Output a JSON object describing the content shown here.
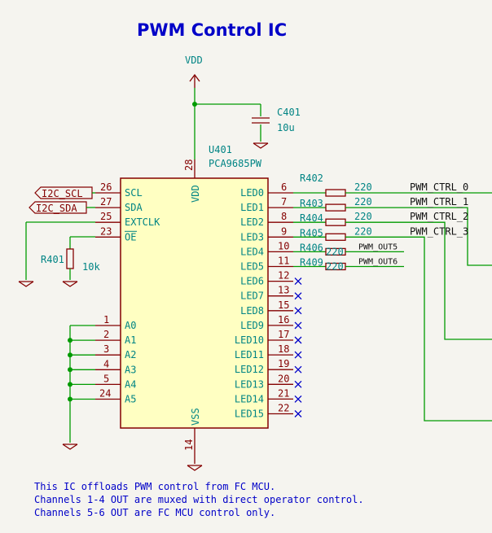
{
  "title": "PWM Control IC",
  "power": {
    "vdd": "VDD"
  },
  "cap": {
    "ref": "C401",
    "value": "10u"
  },
  "ic": {
    "ref": "U401",
    "part": "PCA9685PW",
    "vdd_label": "VDD",
    "vss_label": "VSS",
    "vdd_pin": "28",
    "vss_pin": "14"
  },
  "left_pins": [
    {
      "num": "26",
      "name": "SCL"
    },
    {
      "num": "27",
      "name": "SDA"
    },
    {
      "num": "25",
      "name": "EXTCLK"
    },
    {
      "num": "23",
      "name": "OE"
    }
  ],
  "addr_pins": [
    {
      "num": "1",
      "name": "A0"
    },
    {
      "num": "2",
      "name": "A1"
    },
    {
      "num": "3",
      "name": "A2"
    },
    {
      "num": "4",
      "name": "A3"
    },
    {
      "num": "5",
      "name": "A4"
    },
    {
      "num": "24",
      "name": "A5"
    }
  ],
  "right_pins": [
    {
      "num": "6",
      "name": "LED0"
    },
    {
      "num": "7",
      "name": "LED1"
    },
    {
      "num": "8",
      "name": "LED2"
    },
    {
      "num": "9",
      "name": "LED3"
    },
    {
      "num": "10",
      "name": "LED4"
    },
    {
      "num": "11",
      "name": "LED5"
    },
    {
      "num": "12",
      "name": "LED6"
    },
    {
      "num": "13",
      "name": "LED7"
    },
    {
      "num": "15",
      "name": "LED8"
    },
    {
      "num": "16",
      "name": "LED9"
    },
    {
      "num": "17",
      "name": "LED10"
    },
    {
      "num": "18",
      "name": "LED11"
    },
    {
      "num": "19",
      "name": "LED12"
    },
    {
      "num": "20",
      "name": "LED13"
    },
    {
      "num": "21",
      "name": "LED14"
    },
    {
      "num": "22",
      "name": "LED15"
    }
  ],
  "global_labels": [
    {
      "name": "I2C_SCL"
    },
    {
      "name": "I2C_SDA"
    }
  ],
  "pull_resistor": {
    "ref": "R401",
    "value": "10k"
  },
  "series_resistors": [
    {
      "ref": "R402",
      "value": "220"
    },
    {
      "ref": "R403",
      "value": "220"
    },
    {
      "ref": "R404",
      "value": "220"
    },
    {
      "ref": "R405",
      "value": "220"
    },
    {
      "ref": "R406",
      "value": "220"
    },
    {
      "ref": "R409",
      "value": "220"
    }
  ],
  "net_labels": [
    "PWM_CTRL_0",
    "PWM_CTRL_1",
    "PWM_CTRL_2",
    "PWM_CTRL_3"
  ],
  "out_labels": [
    "PWM_OUT5",
    "PWM_OUT6"
  ],
  "notes": [
    "This IC offloads PWM control from FC MCU.",
    "Channels 1-4 OUT are muxed with direct operator control.",
    "Channels 5-6 OUT are FC MCU control only."
  ]
}
